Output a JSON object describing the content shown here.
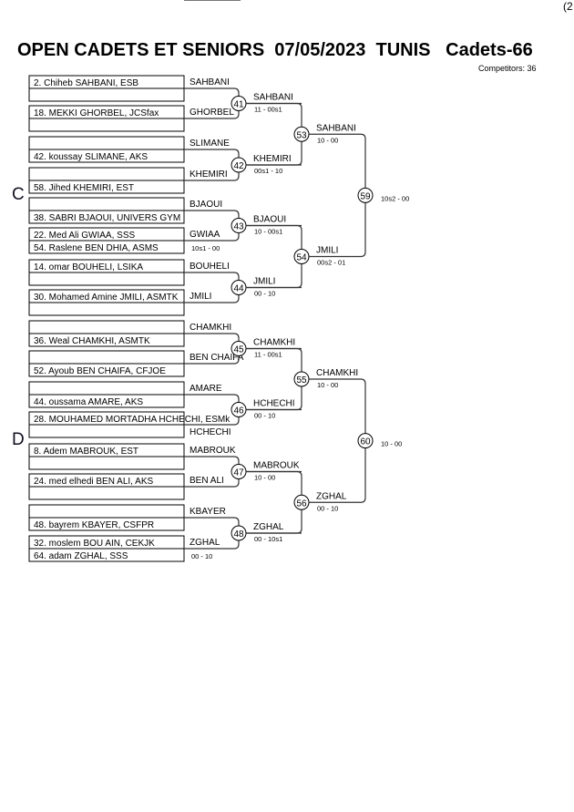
{
  "header": {
    "title": "OPEN CADETS ET SENIORS  07/05/2023  TUNIS   Cadets-66",
    "competitors": "Competitors: 36",
    "page_marker": "(2"
  },
  "pools": [
    "C",
    "D"
  ],
  "entries": [
    {
      "top": "2. Chiheb SAHBANI, ESB",
      "bottom": ""
    },
    {
      "top": "18. MEKKI GHORBEL, JCSfax",
      "bottom": ""
    },
    {
      "top": "",
      "bottom": "42. koussay SLIMANE, AKS"
    },
    {
      "top": "",
      "bottom": "58. Jihed KHEMIRI, EST"
    },
    {
      "top": "",
      "bottom": "38. SABRI BJAOUI, UNIVERS GYM"
    },
    {
      "top": "22. Med Ali GWIAA, SSS",
      "bottom": "54. Raslene BEN DHIA, ASMS"
    },
    {
      "top": "14. omar BOUHELI, LSIKA",
      "bottom": ""
    },
    {
      "top": "30. Mohamed Amine JMILI, ASMTK",
      "bottom": ""
    },
    {
      "top": "",
      "bottom": "36. Weal CHAMKHI, ASMTK"
    },
    {
      "top": "",
      "bottom": "52. Ayoub BEN CHAIFA, CFJOE"
    },
    {
      "top": "",
      "bottom": "44. oussama AMARE, AKS"
    },
    {
      "top": "28. MOUHAMED MORTADHA HCHECHI, ESMk",
      "bottom": ""
    },
    {
      "top": "8. Adem MABROUK, EST",
      "bottom": ""
    },
    {
      "top": "24. med elhedi BEN ALI, AKS",
      "bottom": ""
    },
    {
      "top": "",
      "bottom": "48. bayrem KBAYER, CSFPR"
    },
    {
      "top": "32. moslem BOU AIN, CEKJK",
      "bottom": "64. adam ZGHAL, SSS"
    }
  ],
  "round1_names": [
    "SAHBANI",
    "GHORBEL",
    "SLIMANE",
    "KHEMIRI",
    "BJAOUI",
    "GWIAA",
    "BOUHELI",
    "JMILI",
    "CHAMKHI",
    "BEN CHAIFA",
    "AMARE",
    "HCHECHI",
    "MABROUK",
    "BEN ALI",
    "KBAYER",
    "ZGHAL"
  ],
  "prelim_scores": [
    {
      "after_entry": 5,
      "score": "10s1 - 00"
    },
    {
      "after_entry": 15,
      "score": "00 - 10"
    }
  ],
  "matches_r1": [
    {
      "id": "41",
      "winner": "SAHBANI",
      "score": "11 - 00s1"
    },
    {
      "id": "42",
      "winner": "KHEMIRI",
      "score": "00s1 - 10"
    },
    {
      "id": "43",
      "winner": "BJAOUI",
      "score": "10 - 00s1"
    },
    {
      "id": "44",
      "winner": "JMILI",
      "score": "00 - 10"
    },
    {
      "id": "45",
      "winner": "CHAMKHI",
      "score": "11 - 00s1"
    },
    {
      "id": "46",
      "winner": "HCHECHI",
      "score": "00 - 10"
    },
    {
      "id": "47",
      "winner": "MABROUK",
      "score": "10 - 00"
    },
    {
      "id": "48",
      "winner": "ZGHAL",
      "score": "00 - 10s1"
    }
  ],
  "matches_r2": [
    {
      "id": "53",
      "winner": "SAHBANI",
      "score": "10 - 00"
    },
    {
      "id": "54",
      "winner": "JMILI",
      "score": "00s2 - 01"
    },
    {
      "id": "55",
      "winner": "CHAMKHI",
      "score": "10 - 00"
    },
    {
      "id": "56",
      "winner": "ZGHAL",
      "score": "00 - 10"
    }
  ],
  "matches_r3": [
    {
      "id": "59",
      "score": "10s2 - 00"
    },
    {
      "id": "60",
      "score": "10 - 00"
    }
  ]
}
